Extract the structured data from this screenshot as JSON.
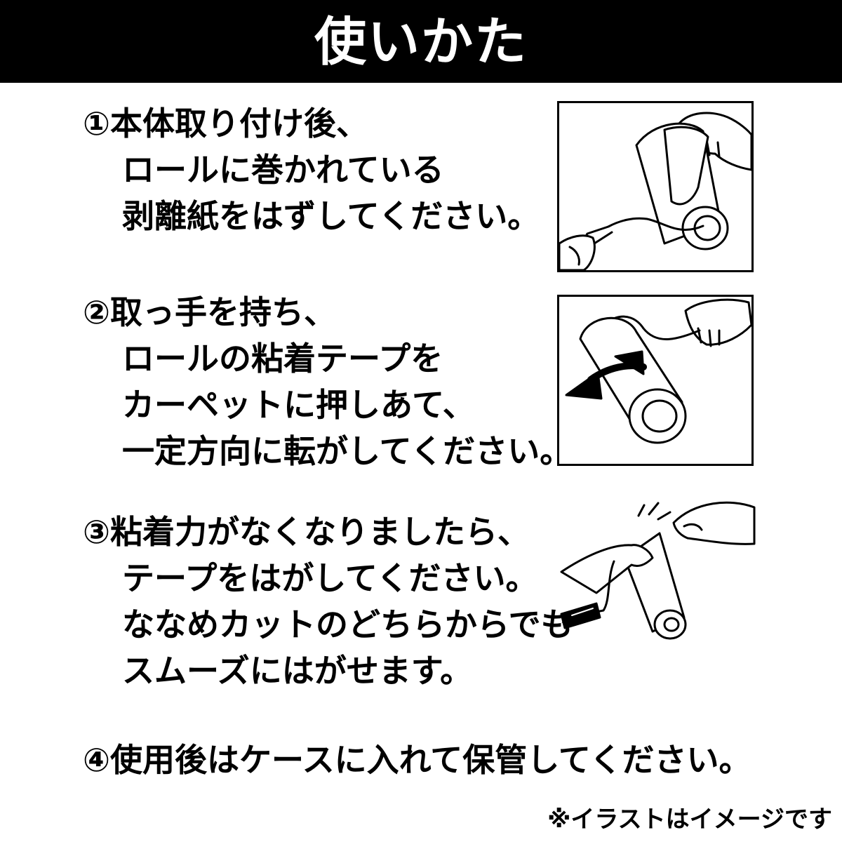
{
  "header": {
    "title": "使いかた"
  },
  "steps": [
    {
      "lines": [
        "①本体取り付け後、",
        "ロールに巻かれている",
        "剥離紙をはずしてください。"
      ],
      "illustration": "roller-peel-paper-icon"
    },
    {
      "lines": [
        "②取っ手を持ち、",
        "ロールの粘着テープを",
        "カーペットに押しあて、",
        "一定方向に転がしてください。"
      ],
      "illustration": "roller-rolling-icon"
    },
    {
      "lines": [
        "③粘着力がなくなりましたら、",
        "テープをはがしてください。",
        "ななめカットのどちらからでも",
        "スムーズにはがせます。"
      ],
      "illustration": "roller-tear-tape-icon"
    },
    {
      "lines": [
        "④使用後はケースに入れて保管してください。"
      ]
    }
  ],
  "note": "※イラストはイメージです",
  "colors": {
    "header_bg": "#000000",
    "header_text": "#ffffff",
    "text": "#000000",
    "background": "#ffffff"
  }
}
